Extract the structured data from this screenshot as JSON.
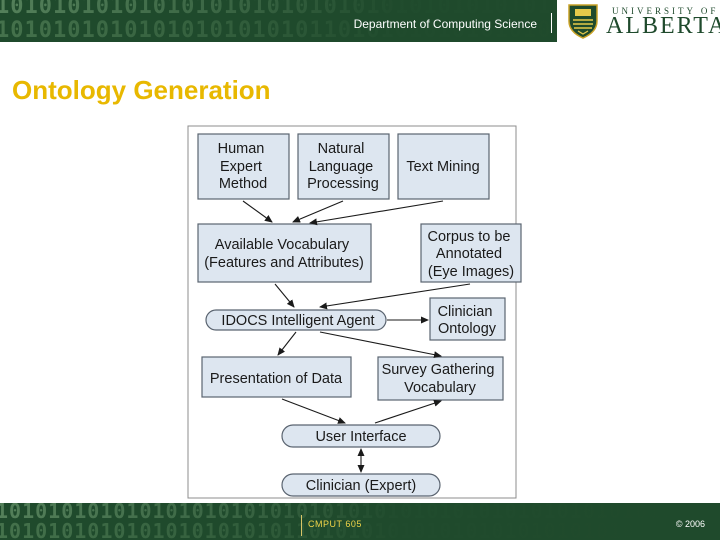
{
  "header": {
    "binary_row1": "10101010101010101010101010101010101010101010101010101010101010101",
    "binary_row2": "10101010101010101010101101010101010101010101010101010101010101010",
    "department": "Department of Computing Science",
    "university_small": "UNIVERSITY OF",
    "university_large": "ALBERTA"
  },
  "title": "Ontology Generation",
  "diagram": {
    "nodes": {
      "human_expert": [
        "Human",
        "Expert",
        "Method"
      ],
      "nlp": [
        "Natural",
        "Language",
        "Processing"
      ],
      "text_mining": [
        "Text Mining"
      ],
      "vocabulary": [
        "Available Vocabulary",
        "(Features and Attributes)"
      ],
      "corpus": [
        "Corpus to be",
        "Annotated",
        "(Eye Images)"
      ],
      "idocs": [
        "IDOCS Intelligent Agent"
      ],
      "clinician_ontology": [
        "Clinician",
        "Ontology"
      ],
      "presentation": [
        "Presentation of Data"
      ],
      "survey": [
        "Survey Gathering",
        "Vocabulary"
      ],
      "user_interface": [
        "User Interface"
      ],
      "clinician_expert": [
        "Clinician (Expert)"
      ]
    },
    "colors": {
      "box_fill": "#dde6f0",
      "box_border": "#5a6470",
      "frame_border": "#8c8c8c",
      "arrow": "#1a1a1a"
    }
  },
  "footer": {
    "binary_row1": "10101010101010101010101010101010101010101010101010101010101010101",
    "binary_row2": "10101010101010101010101101010101010101010101010101010101010101010",
    "course": "CMPUT 605",
    "copyright": "© 2006"
  },
  "colors": {
    "brand_green": "#1f4a2c",
    "title_gold": "#e8b800"
  }
}
